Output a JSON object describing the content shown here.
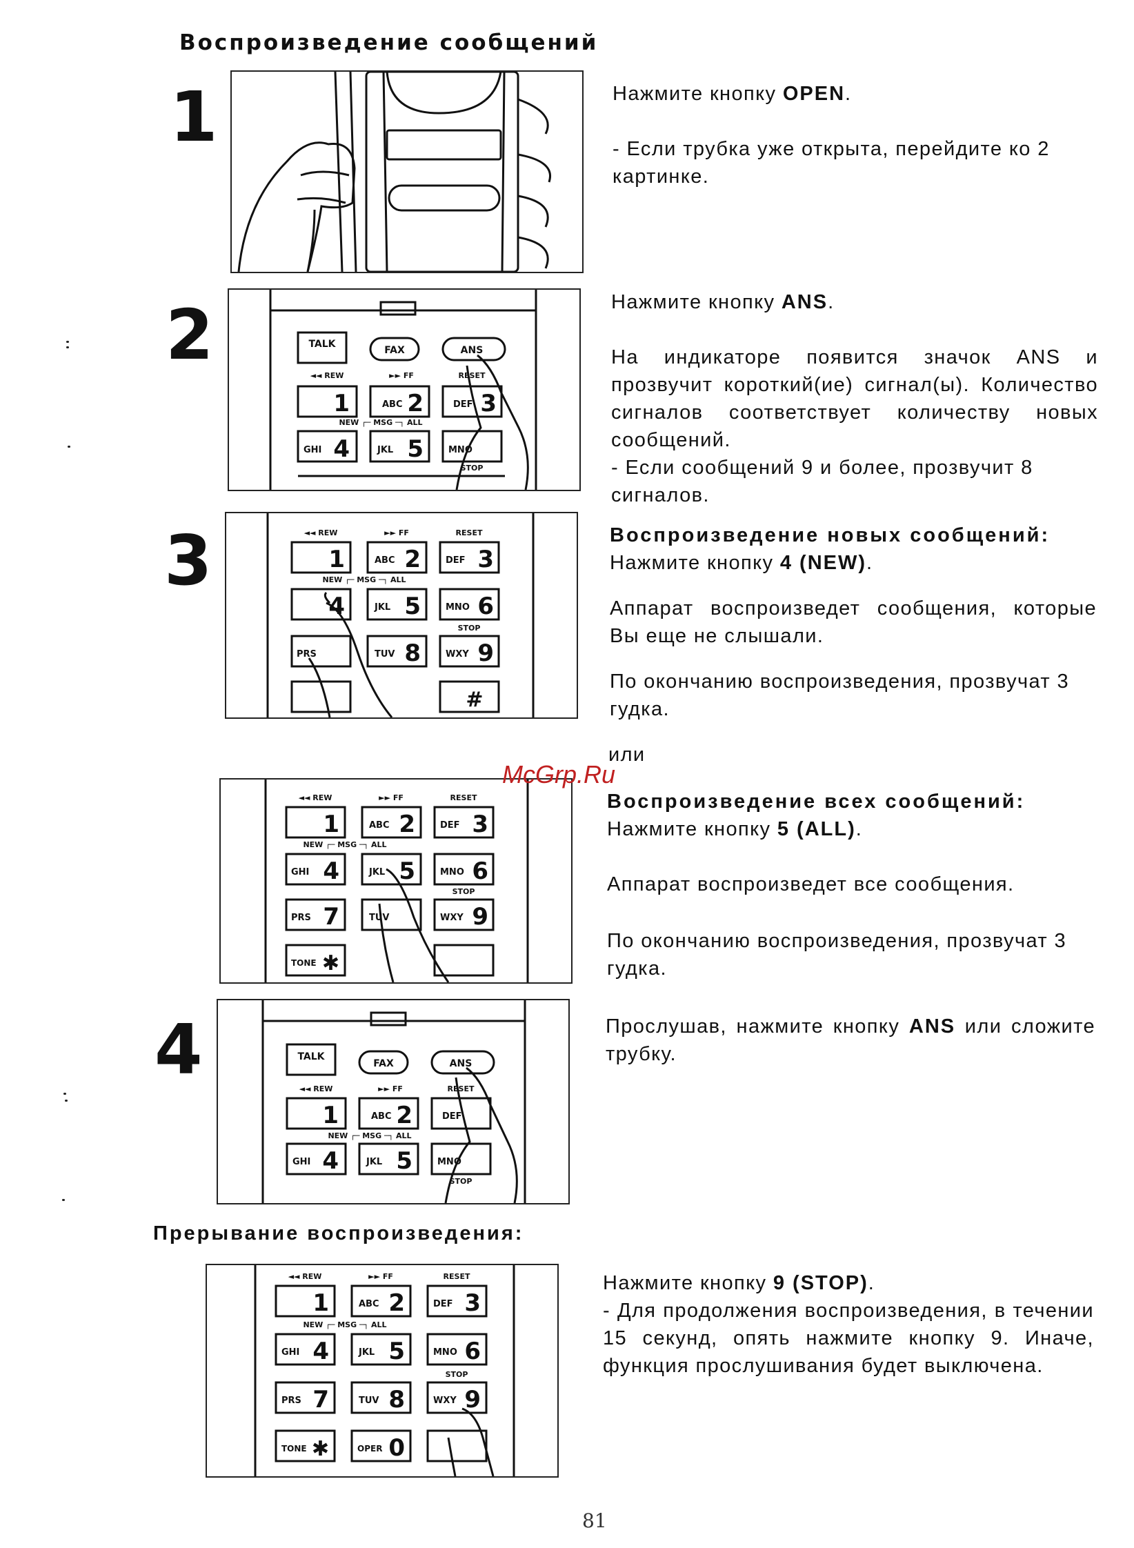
{
  "section_title": "Воспроизведение сообщений",
  "steps": [
    {
      "number": "1"
    },
    {
      "number": "2"
    },
    {
      "number": "3"
    },
    {
      "number": "4"
    }
  ],
  "step1": {
    "line1_pre": "Нажмите кнопку ",
    "line1_key": "OPEN",
    "line1_post": ".",
    "note": "- Если трубка уже открыта, перейдите ко 2 картинке."
  },
  "step2": {
    "line1_pre": "Нажмите кнопку ",
    "line1_key": "ANS",
    "line1_post": ".",
    "p1": "На индикаторе появится значок ANS и прозвучит короткий(ие) сигнал(ы). Количество сигналов соответствует количеству новых сообщений.",
    "p2": "- Если сообщений 9 и более, прозвучит 8 сигналов."
  },
  "step3a": {
    "heading": "Воспроизведение новых сообщений:",
    "line1_pre": "Нажмите кнопку ",
    "line1_key": "4 (NEW)",
    "line1_post": ".",
    "p1": "Аппарат воспроизведет сообщения, которые Вы еще не слышали.",
    "p2": "По окончанию воспроизведения, прозвучат 3 гудка."
  },
  "or_text": "или",
  "watermark": "McGrp.Ru",
  "step3b": {
    "heading": "Воспроизведение всех сообщений:",
    "line1_pre": "Нажмите кнопку ",
    "line1_key": "5 (ALL)",
    "line1_post": ".",
    "p1": "Аппарат воспроизведет все сообщения.",
    "p2": "По окончанию воспроизведения, прозвучат 3 гудка."
  },
  "step4": {
    "p1_pre": "Прослушав, нажмите кнопку ",
    "p1_key": "ANS",
    "p1_post": " или сложите трубку."
  },
  "interrupt": {
    "heading": "Прерывание воспроизведения:",
    "line1_pre": "Нажмите кнопку ",
    "line1_key": "9 (STOP)",
    "line1_post": ".",
    "p1": "- Для продолжения воспроизведения, в течении 15 секунд, опять нажмите кнопку 9. Иначе, функция прослушивания будет выключена."
  },
  "keypad": {
    "talk": "TALK",
    "fax": "FAX",
    "ans": "ANS",
    "rew": "◄◄ REW",
    "ff": "►► FF",
    "reset": "RESET",
    "new_msg_all": "NEW ┌─ MSG ─┐ ALL",
    "stop": "STOP",
    "keys": [
      {
        "sub": "",
        "digit": "1"
      },
      {
        "sub": "ABC",
        "digit": "2"
      },
      {
        "sub": "DEF",
        "digit": "3"
      },
      {
        "sub": "GHI",
        "digit": "4"
      },
      {
        "sub": "JKL",
        "digit": "5"
      },
      {
        "sub": "MNO",
        "digit": "6"
      },
      {
        "sub": "PRS",
        "digit": "7"
      },
      {
        "sub": "TUV",
        "digit": "8"
      },
      {
        "sub": "WXY",
        "digit": "9"
      },
      {
        "sub": "TONE",
        "digit": "✱"
      },
      {
        "sub": "OPER",
        "digit": "0"
      },
      {
        "sub": "",
        "digit": "#"
      }
    ]
  },
  "page_number": "81"
}
